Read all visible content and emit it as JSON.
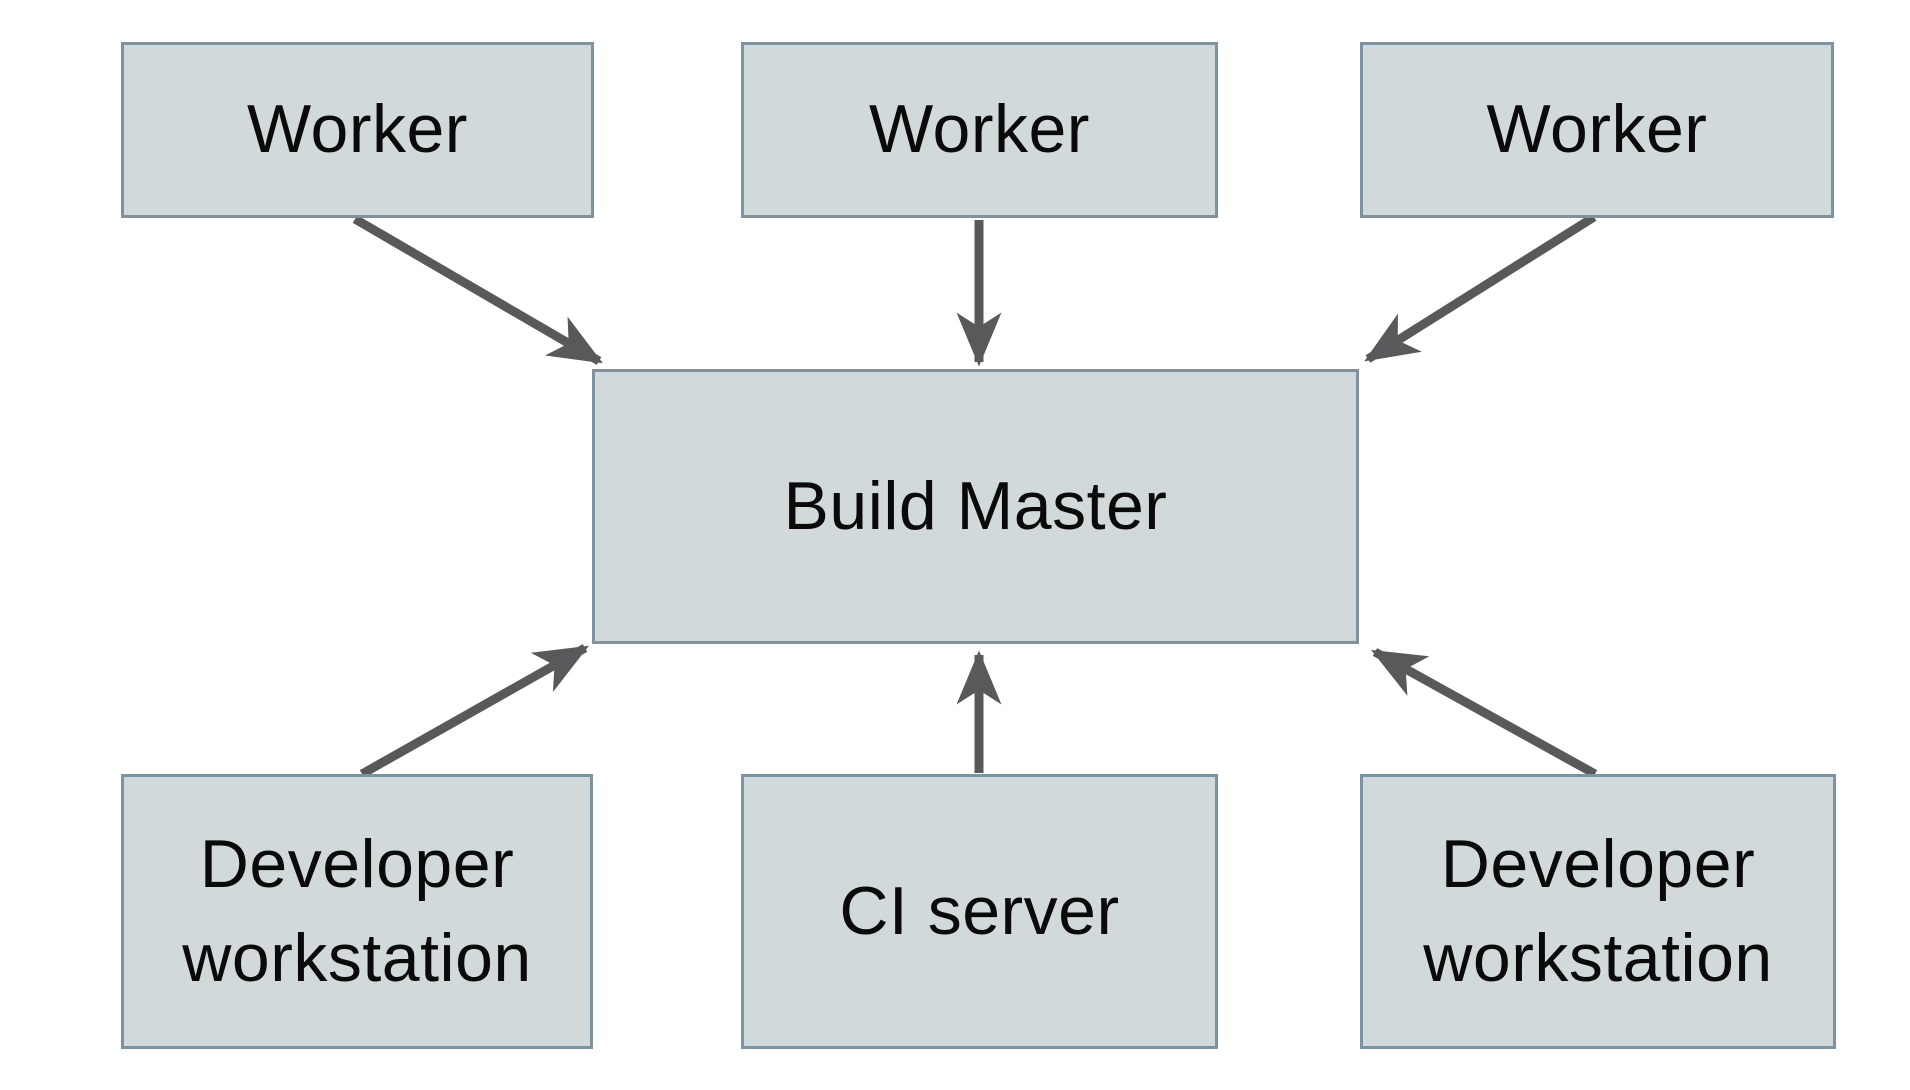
{
  "diagram": {
    "nodes": {
      "worker_1": {
        "label": "Worker"
      },
      "worker_2": {
        "label": "Worker"
      },
      "worker_3": {
        "label": "Worker"
      },
      "build_master": {
        "label": "Build Master"
      },
      "developer_workstation_left": {
        "label": "Developer workstation"
      },
      "ci_server": {
        "label": "CI server"
      },
      "developer_workstation_right": {
        "label": "Developer workstation"
      }
    },
    "edges": [
      {
        "from": "worker_1",
        "to": "build_master"
      },
      {
        "from": "worker_2",
        "to": "build_master"
      },
      {
        "from": "worker_3",
        "to": "build_master"
      },
      {
        "from": "developer_workstation_left",
        "to": "build_master"
      },
      {
        "from": "ci_server",
        "to": "build_master"
      },
      {
        "from": "developer_workstation_right",
        "to": "build_master"
      }
    ],
    "colors": {
      "background": "#ffffff",
      "node_fill": "#d2d9db",
      "node_border": "#7d93a0",
      "arrow": "#58595b",
      "text": "#0a0a0a"
    }
  }
}
